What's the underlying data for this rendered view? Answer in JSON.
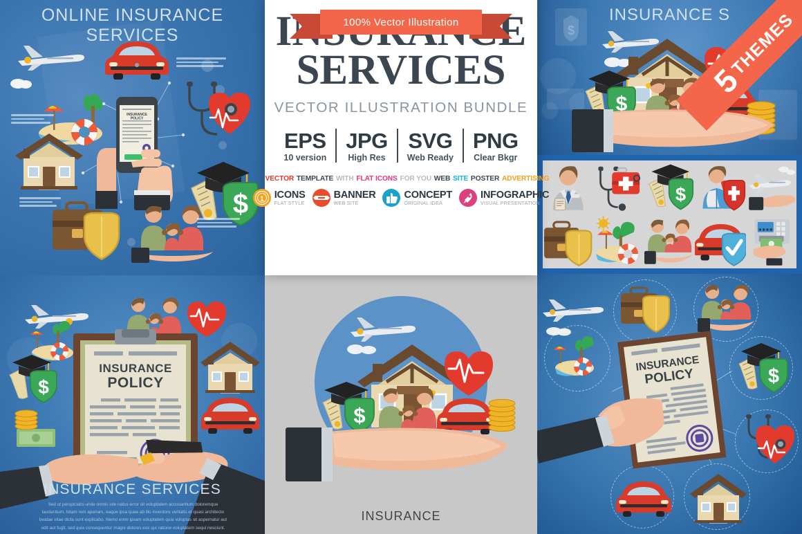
{
  "product": {
    "ribbon_badge": "100% Vector Illustration",
    "title_line1": "INSURANCE",
    "title_line2": "SERVICES",
    "subtitle": "VECTOR ILLUSTRATION BUNDLE",
    "formats": [
      {
        "name": "EPS",
        "note": "10 version"
      },
      {
        "name": "JPG",
        "note": "High Res"
      },
      {
        "name": "SVG",
        "note": "Web Ready"
      },
      {
        "name": "PNG",
        "note": "Clear Bkgr"
      }
    ],
    "tagline_parts": [
      {
        "text": "VECTOR",
        "color": "#e8332a"
      },
      {
        "text": "TEMPLATE",
        "color": "#3b4650"
      },
      {
        "text": "WITH",
        "color": "#b6bcc1"
      },
      {
        "text": "FLAT ICONS",
        "color": "#e8337f"
      },
      {
        "text": "FOR YOU",
        "color": "#b6bcc1"
      },
      {
        "text": "WEB",
        "color": "#3b4650"
      },
      {
        "text": "SITE",
        "color": "#16b4e0"
      },
      {
        "text": "POSTER",
        "color": "#3b4650"
      },
      {
        "text": "ADVERTISING",
        "color": "#f5a11e"
      }
    ],
    "features": [
      {
        "icon": "coin-icon",
        "title": "ICONS",
        "sub": "FLAT STYLE",
        "color": "#f5a11e"
      },
      {
        "icon": "banner-icon",
        "title": "BANNER",
        "sub": "WEB SITE",
        "color": "#ea4b2a"
      },
      {
        "icon": "thumbsup-icon",
        "title": "CONCEPT",
        "sub": "ORIGINAL IDEA",
        "color": "#1ba2cc"
      },
      {
        "icon": "rocket-icon",
        "title": "INFOGRAPHIC",
        "sub": "VISUAL PRESENTATION",
        "color": "#d9417f"
      }
    ]
  },
  "corner_badge": {
    "number": "5",
    "label": "THEMES",
    "color": "#f4664a"
  },
  "panels": {
    "top_left": {
      "title": "ONLINE INSURANCE SERVICES"
    },
    "top_right": {
      "title": "INSURANCE S"
    },
    "mid_right": {
      "title": ""
    },
    "bottom_left": {
      "title": "INSURANCE SERVICES",
      "body": "Sed ut perspiciatis unde omnis iste natus error sit voluptatem accusantium doloremque laudantium, totam rem aperiam, eaque ipsa quae ab illo inventore veritatis et quasi architecto beatae vitae dicta sunt explicabo. Nemo enim ipsam voluptatem quia voluptas sit aspernatur aut odit aut fugit, sed quia consequuntur magni dolores eos qui ratione voluptatem sequi nesciunt."
    },
    "bottom_center": {
      "title": "INSURANCE"
    },
    "bottom_right": {
      "title": ""
    }
  },
  "document": {
    "line1": "INSURANCE",
    "line2": "POLICY"
  },
  "phone_document": {
    "line1": "INSURANCE",
    "line2": "POLICY"
  },
  "icon_names": [
    "agent-icon",
    "first-aid-kit-icon",
    "education-shield-icon",
    "injured-person-icon",
    "travel-plane-hand-icon",
    "briefcase-shield-icon",
    "beach-travel-icon",
    "family-hand-icon",
    "car-shield-icon",
    "atm-cash-icon"
  ],
  "colors": {
    "accent_red": "#f4664a",
    "panel_blue": "#2f6ca5",
    "card_bg": "#ffffff",
    "title_dark": "#3b4650",
    "grey_panel": "#c8c8c8"
  }
}
